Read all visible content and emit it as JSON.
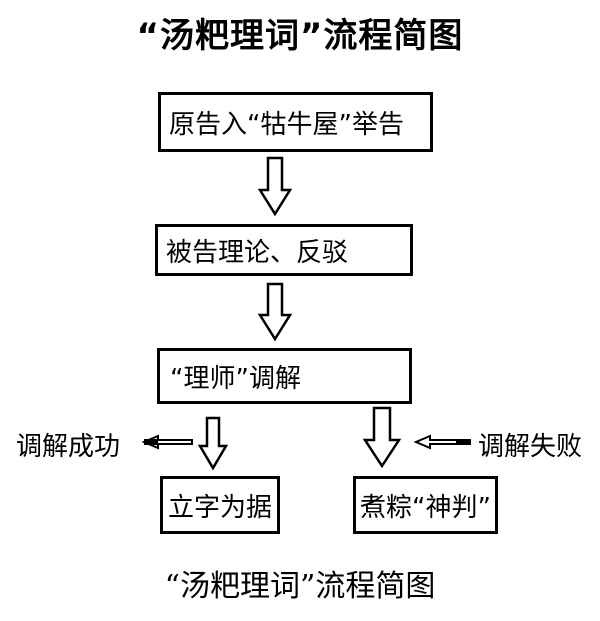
{
  "title": "“汤粑理词”流程简图",
  "steps": {
    "complaint": "原告入“牯牛屋”举告",
    "rebuttal": "被告理论、反驳",
    "mediation": "“理师”调解",
    "success_outcome": "立字为据",
    "failure_outcome": "煮粽“神判”"
  },
  "branches": {
    "success": "调解成功",
    "failure": "调解失败"
  },
  "caption": "“汤粑理词”流程简图"
}
